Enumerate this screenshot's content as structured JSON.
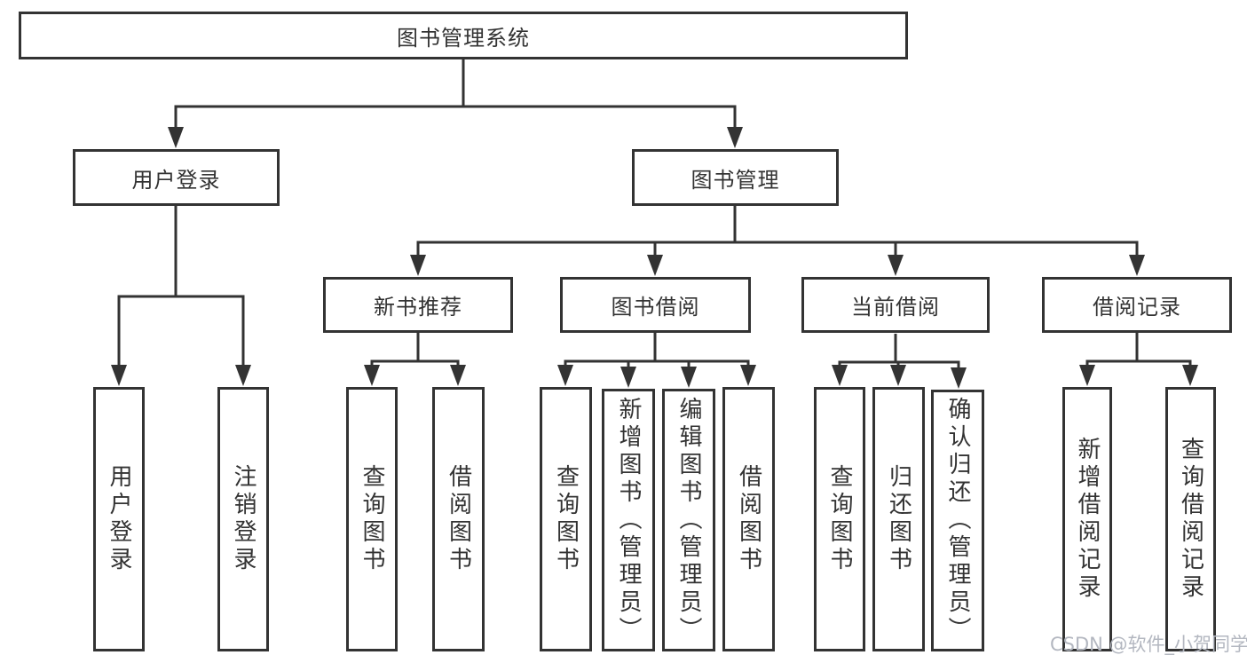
{
  "diagram": {
    "root": {
      "label": "图书管理系统"
    },
    "level2": [
      {
        "label": "用户登录"
      },
      {
        "label": "图书管理"
      }
    ],
    "level3": [
      {
        "label": "新书推荐"
      },
      {
        "label": "图书借阅"
      },
      {
        "label": "当前借阅"
      },
      {
        "label": "借阅记录"
      }
    ],
    "leaves": {
      "user_login": [
        "用户登录",
        "注销登录"
      ],
      "new_book_recommend": [
        "查询图书",
        "借阅图书"
      ],
      "book_borrowing": [
        "查询图书",
        "新增图书（管理员）",
        "编辑图书（管理员）",
        "借阅图书"
      ],
      "current_borrowing": [
        "查询图书",
        "归还图书",
        "确认归还（管理员）"
      ],
      "borrowing_records": [
        "新增借阅记录",
        "查询借阅记录"
      ]
    }
  },
  "colors": {
    "line": "#333333",
    "box_border": "#333333",
    "text": "#333333",
    "watermark": "#b3b7c0",
    "background": "#ffffff"
  },
  "watermark": {
    "text": "CSDN @软件_小贺同学"
  }
}
